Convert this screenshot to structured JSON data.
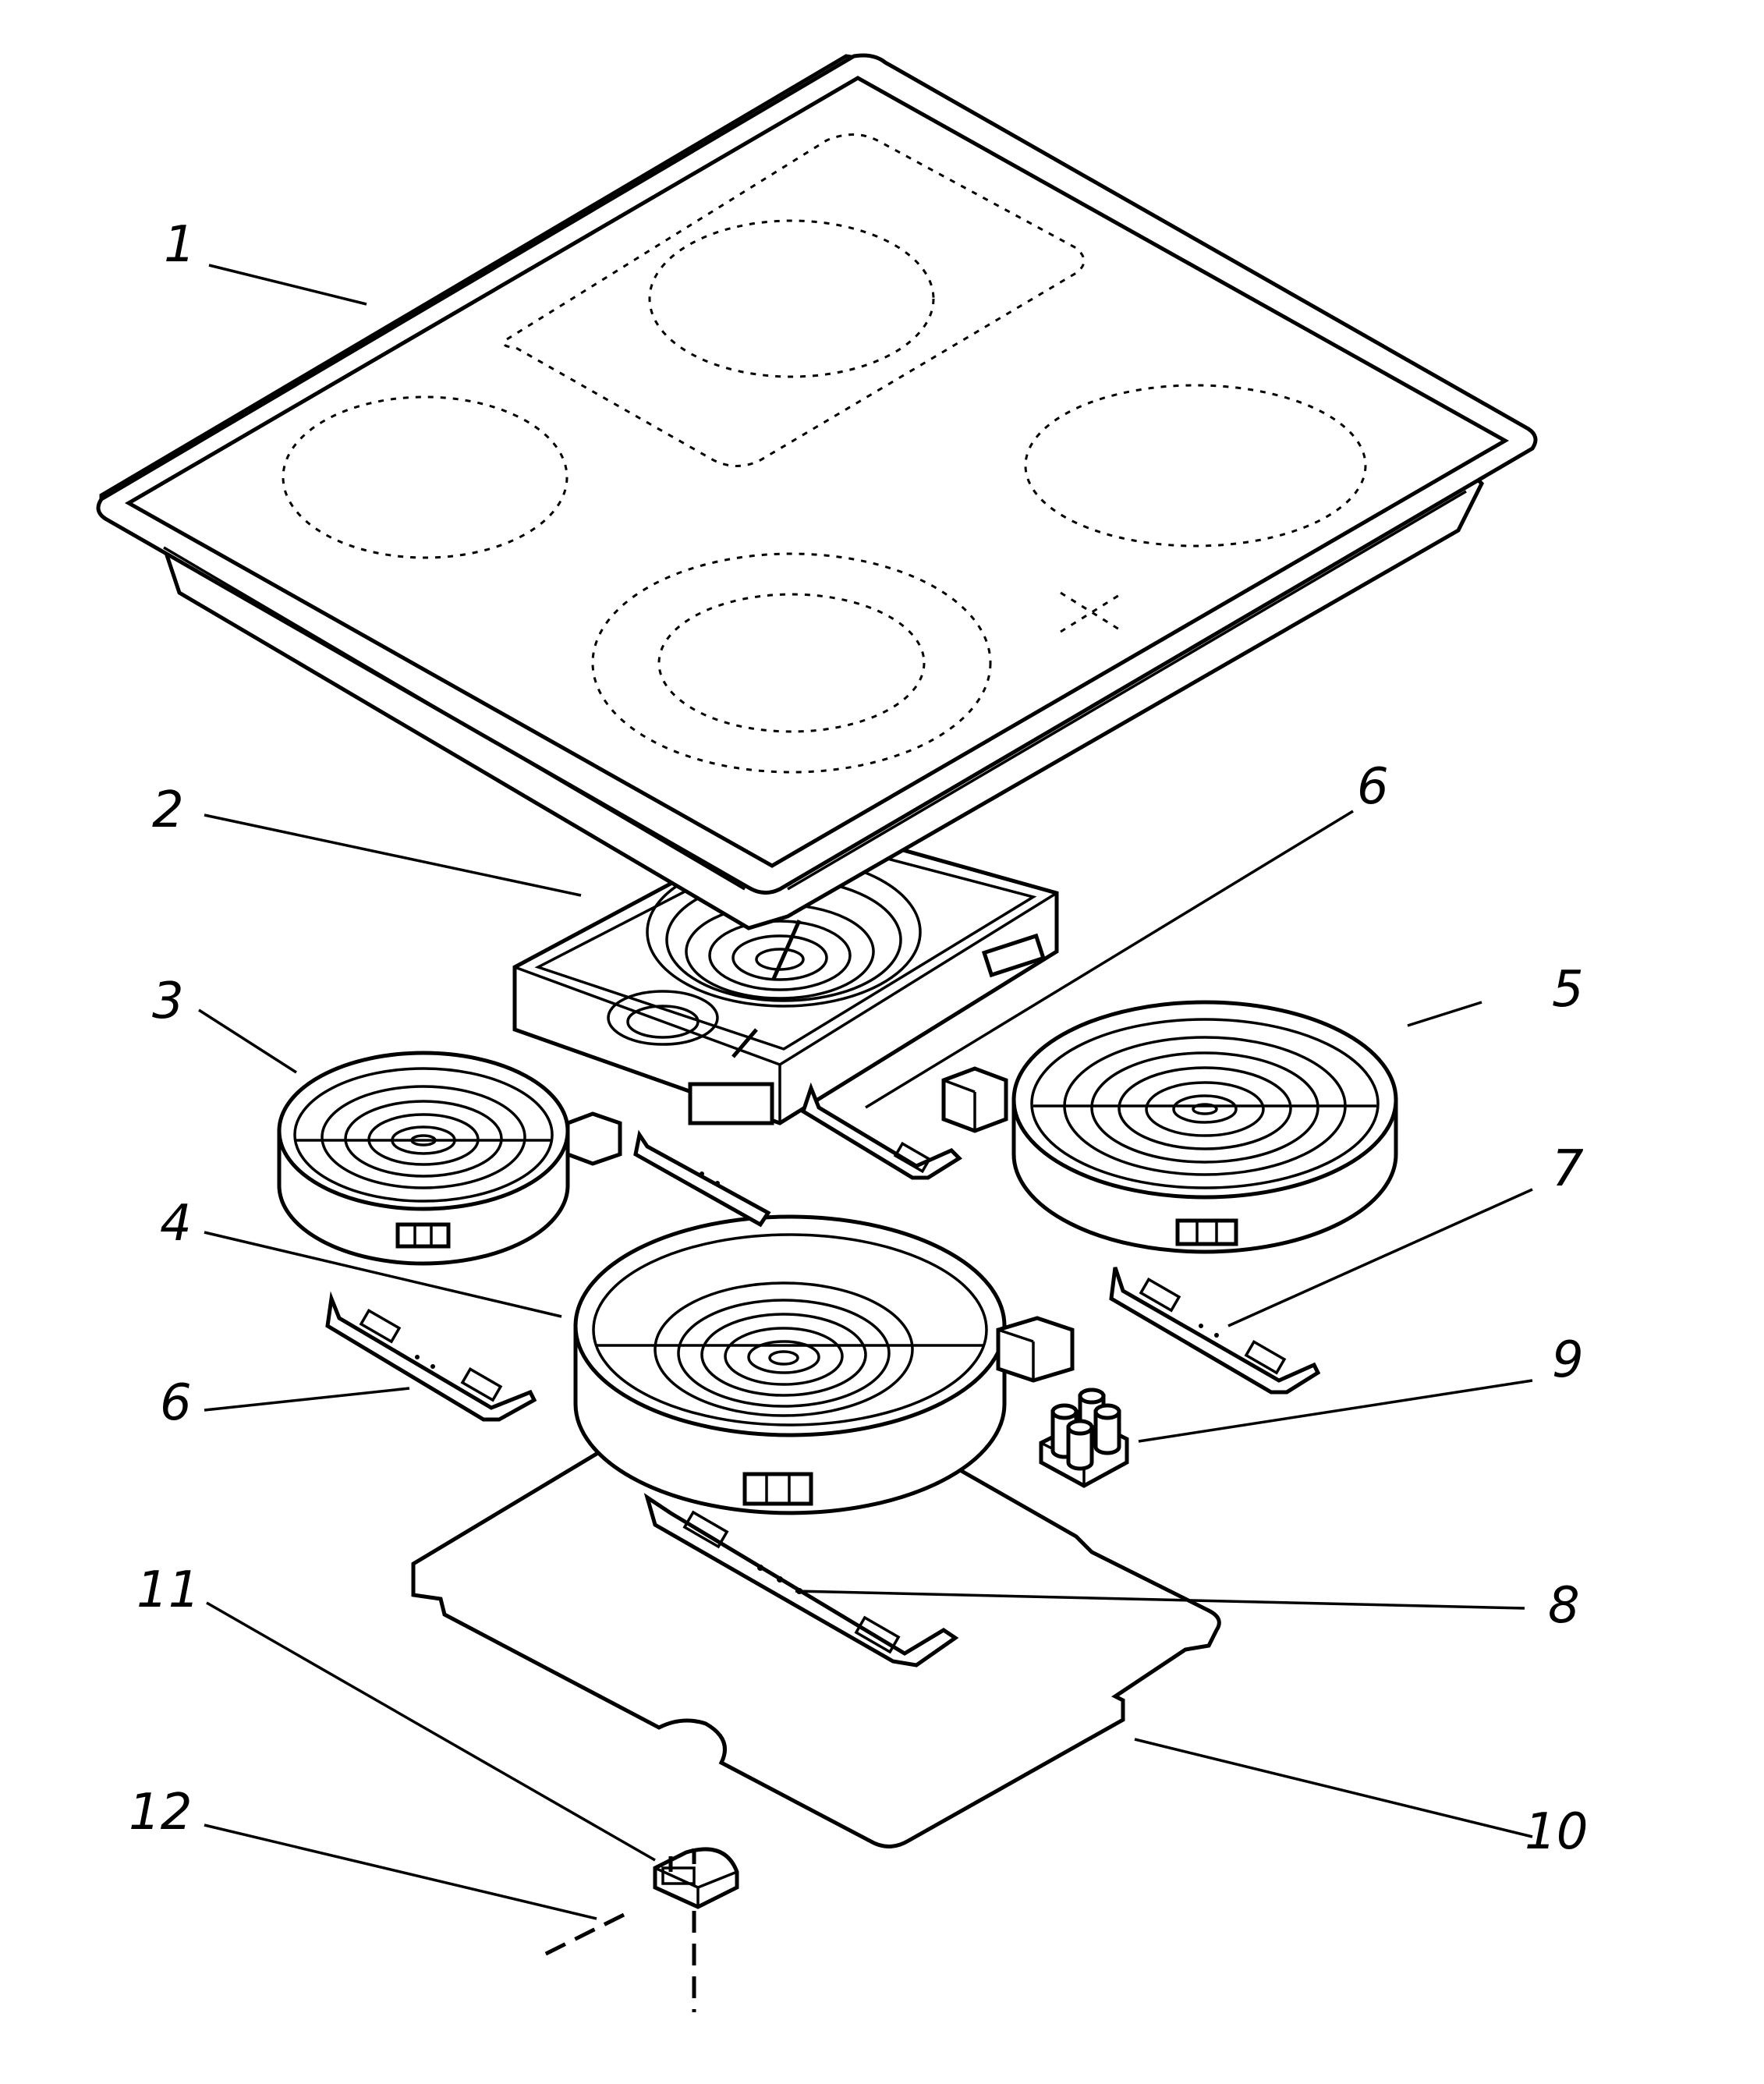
{
  "labels": [
    "1",
    "2",
    "3",
    "4",
    "5",
    "6",
    "6",
    "7",
    "8",
    "9",
    "10",
    "11",
    "12"
  ]
}
